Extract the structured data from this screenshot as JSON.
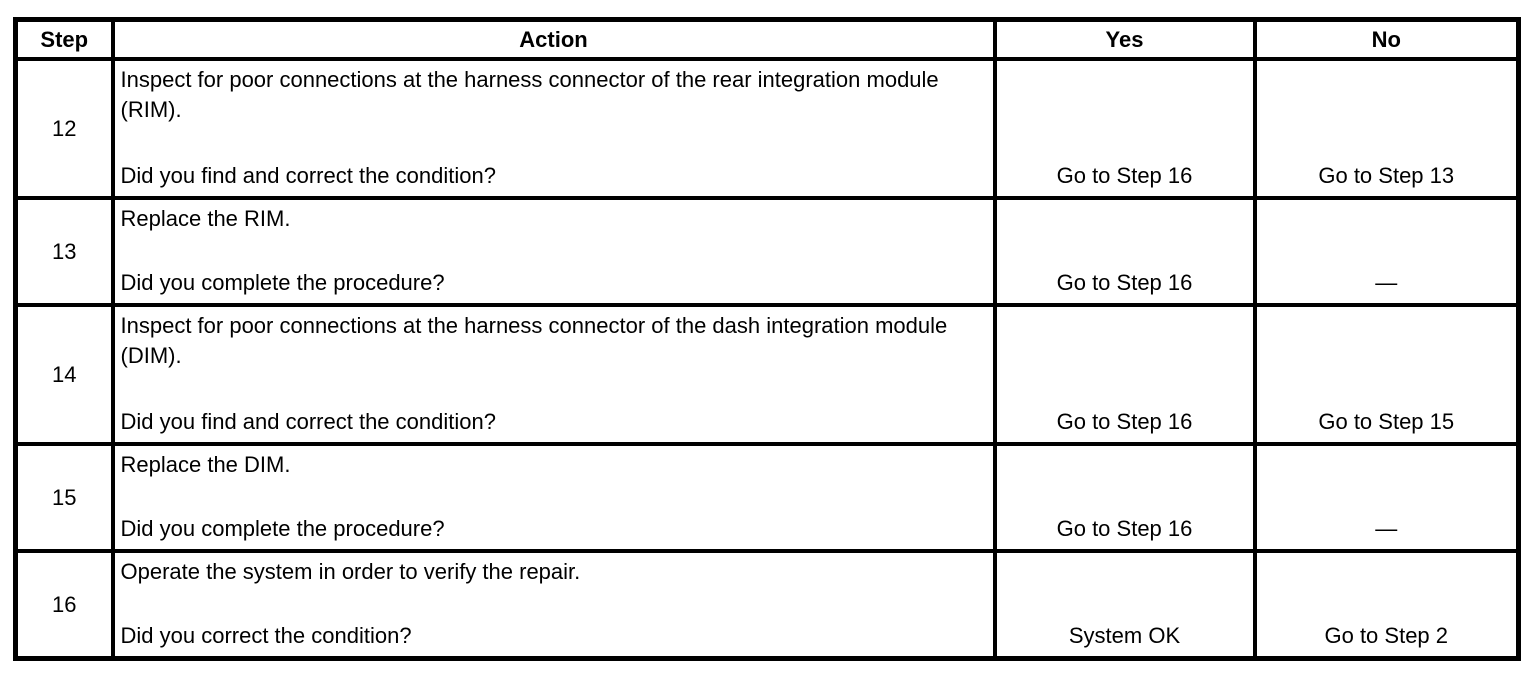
{
  "table": {
    "headers": {
      "step": "Step",
      "action": "Action",
      "yes": "Yes",
      "no": "No"
    },
    "rows": [
      {
        "step": "12",
        "action": "Inspect for poor connections at the harness connector of the rear integration module (RIM).",
        "question": "Did you find and correct the condition?",
        "yes": "Go to Step 16",
        "no": "Go to Step 13"
      },
      {
        "step": "13",
        "action": "Replace the RIM.",
        "question": "Did you complete the procedure?",
        "yes": "Go to Step 16",
        "no": "—"
      },
      {
        "step": "14",
        "action": "Inspect for poor connections at the harness connector of the dash integration module (DIM).",
        "question": "Did you find and correct the condition?",
        "yes": "Go to Step 16",
        "no": "Go to Step 15"
      },
      {
        "step": "15",
        "action": "Replace the DIM.",
        "question": "Did you complete the procedure?",
        "yes": "Go to Step 16",
        "no": "—"
      },
      {
        "step": "16",
        "action": "Operate the system in order to verify the repair.",
        "question": "Did you correct the condition?",
        "yes": "System OK",
        "no": "Go to Step 2"
      }
    ],
    "colors": {
      "border": "#000000",
      "background": "#ffffff",
      "text": "#000000"
    }
  }
}
